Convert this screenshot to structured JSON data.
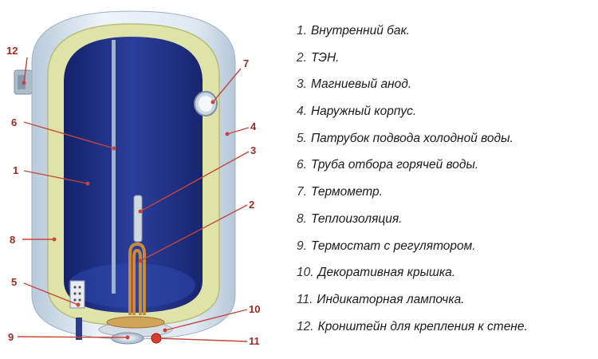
{
  "callouts": [
    "1",
    "2",
    "3",
    "4",
    "5",
    "6",
    "7",
    "8",
    "9",
    "10",
    "11",
    "12"
  ],
  "legend": [
    {
      "num": "1.",
      "text": "Внутренний бак."
    },
    {
      "num": "2.",
      "text": "ТЭН."
    },
    {
      "num": "3.",
      "text": "Магниевый анод."
    },
    {
      "num": "4.",
      "text": "Наружный корпус."
    },
    {
      "num": "5.",
      "text": "Патрубок подвода холодной воды."
    },
    {
      "num": "6.",
      "text": "Труба отбора горячей воды."
    },
    {
      "num": "7.",
      "text": "Термометр."
    },
    {
      "num": "8.",
      "text": "Теплоизоляция."
    },
    {
      "num": "9.",
      "text": "Термостат с регулятором."
    },
    {
      "num": "10.",
      "text": "Декоративная крышка."
    },
    {
      "num": "11.",
      "text": "Индикаторная лампочка."
    },
    {
      "num": "12.",
      "text": "Кронштейн для крепления к стене."
    }
  ],
  "colors": {
    "outer_shell": "#d9e6f2",
    "insulation": "#dfe3a8",
    "inner_tank": "#1d2f86",
    "callout_line": "#c8453a",
    "callout_text": "#9a2b22",
    "heater": "#c98a3a"
  }
}
